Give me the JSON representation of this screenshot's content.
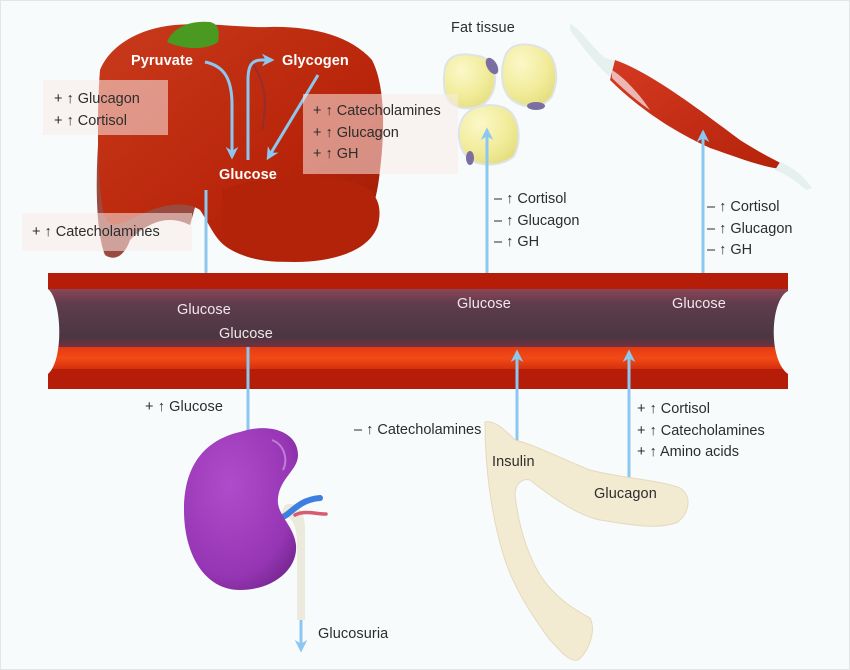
{
  "title": "Glucose regulation during stress",
  "colors": {
    "arrow": "#8cc7ef",
    "liver": "#c0290b",
    "vessel_outer": "#b81d0a",
    "vessel_lumen": "#5a3a48",
    "kidney": "#9c3ab8",
    "fat": "#f1ee9c",
    "pancreas": "#f3ead0",
    "muscle": "#c1270d"
  },
  "organs": {
    "liver": {
      "name": "liver",
      "labels": {
        "pyruvate": "Pyruvate",
        "glycogen": "Glycogen",
        "glucose": "Glucose"
      },
      "left_regulators": [
        "+ ↑ Glucagon",
        "+ ↑ Cortisol"
      ],
      "right_regulators": [
        "+ ↑ Catecholamines",
        "+ ↑ Glucagon",
        "+ ↑ GH"
      ],
      "bottom_regulators": [
        "+ ↑ Catecholamines"
      ]
    },
    "fat_tissue": {
      "name": "Fat tissue",
      "regulators": [
        "– ↑ Cortisol",
        "– ↑ Glucagon",
        "– ↑ GH"
      ]
    },
    "muscle": {
      "name": "muscle",
      "regulators": [
        "– ↑ Cortisol",
        "– ↑ Glucagon",
        "– ↑ GH"
      ]
    },
    "kidney": {
      "name": "kidney",
      "input_label": "+ ↑ Glucose",
      "output_label": "Glucosuria"
    },
    "pancreas": {
      "name": "pancreas",
      "insulin_label": "Insulin",
      "insulin_regulators": [
        "– ↑ Catecholamines"
      ],
      "glucagon_label": "Glucagon",
      "glucagon_regulators": [
        "+ ↑ Cortisol",
        "+ ↑ Catecholamines",
        "+ ↑ Amino acids"
      ]
    }
  },
  "vessel": {
    "labels": [
      "Glucose",
      "Glucose",
      "Glucose",
      "Glucose"
    ]
  }
}
